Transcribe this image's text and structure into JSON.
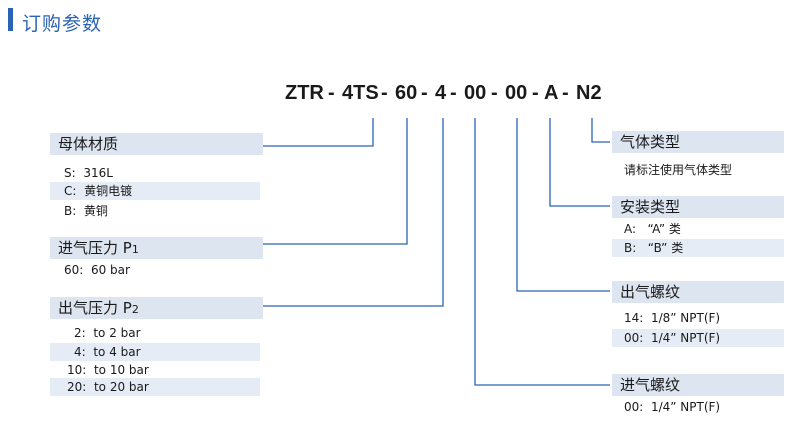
{
  "header": {
    "title": "订购参数"
  },
  "code": {
    "segments": [
      "ZTR",
      "4TS",
      "60",
      "4",
      "00",
      "00",
      "A",
      "N2"
    ],
    "separator": "-"
  },
  "left_groups": [
    {
      "title": "母体材质",
      "items": [
        {
          "key": "S:",
          "value": "316L"
        },
        {
          "key": "C:",
          "value": "黄铜电镀"
        },
        {
          "key": "B:",
          "value": "黄铜"
        }
      ]
    },
    {
      "title": "进气压力 P",
      "subscript": "1",
      "items": [
        {
          "key": "60:",
          "value": "60 bar"
        }
      ]
    },
    {
      "title": "出气压力 P",
      "subscript": "2",
      "items": [
        {
          "key": "2:",
          "value": "to 2 bar"
        },
        {
          "key": "4:",
          "value": "to 4 bar"
        },
        {
          "key": "10:",
          "value": "to 10 bar"
        },
        {
          "key": "20:",
          "value": "to 20 bar"
        }
      ]
    }
  ],
  "right_groups": [
    {
      "title": "气体类型",
      "items": [
        {
          "key": "",
          "value": "请标注使用气体类型"
        }
      ]
    },
    {
      "title": "安装类型",
      "items": [
        {
          "key": "A:",
          "value": "“A” 类"
        },
        {
          "key": "B:",
          "value": "“B” 类"
        }
      ]
    },
    {
      "title": "出气螺纹",
      "items": [
        {
          "key": "14:",
          "value": "1/8” NPT(F)"
        },
        {
          "key": "00:",
          "value": "1/4” NPT(F)"
        }
      ]
    },
    {
      "title": "进气螺纹",
      "items": [
        {
          "key": "00:",
          "value": "1/4” NPT(F)"
        }
      ]
    }
  ],
  "colors": {
    "accent": "#2a63b5",
    "panel": "#dde5f1",
    "stripe": "#e6ecf5"
  }
}
